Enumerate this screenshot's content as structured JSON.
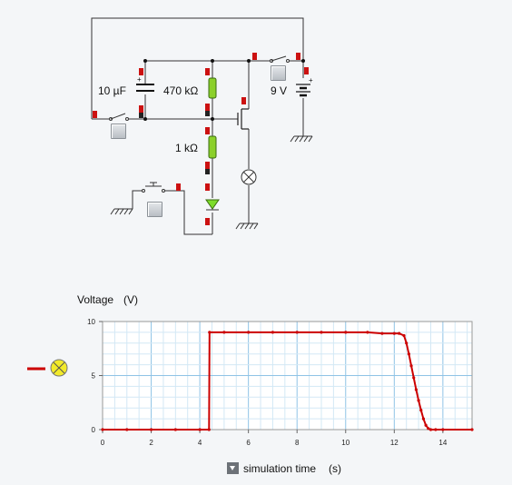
{
  "circuit": {
    "capacitor_label": "10 µF",
    "resistor1_label": "470 kΩ",
    "resistor2_label": "1 kΩ",
    "battery_label": "9 V"
  },
  "graph": {
    "y_title": "Voltage",
    "y_unit": "(V)",
    "x_title": "simulation time",
    "x_unit": "(s)",
    "legend_icon": "lamp-icon",
    "line_color": "#cc0000"
  },
  "chart_data": {
    "type": "line",
    "title": "",
    "xlabel": "simulation time (s)",
    "ylabel": "Voltage (V)",
    "xlim": [
      0,
      15.2
    ],
    "ylim": [
      0,
      10
    ],
    "x_ticks": [
      "0",
      "2",
      "4",
      "6",
      "8",
      "10",
      "12",
      "14"
    ],
    "y_ticks": [
      "0",
      "5",
      "10"
    ],
    "grid": true,
    "series": [
      {
        "color": "#cc0000",
        "x": [
          0,
          1,
          2,
          3,
          4,
          4.38,
          4.4,
          5,
          6,
          7,
          8,
          9,
          10,
          10.9,
          11.5,
          12,
          12.2,
          12.4,
          12.5,
          12.6,
          12.7,
          12.8,
          12.9,
          13.0,
          13.1,
          13.2,
          13.3,
          13.4,
          13.5,
          13.7,
          14,
          15.2
        ],
        "y": [
          0,
          0,
          0,
          0,
          0,
          0,
          9,
          9,
          9,
          9,
          9,
          9,
          9,
          9,
          8.9,
          8.9,
          8.9,
          8.7,
          8.0,
          7.0,
          5.9,
          4.8,
          3.7,
          2.7,
          1.8,
          1.0,
          0.4,
          0.1,
          0,
          0,
          0,
          0
        ]
      }
    ]
  }
}
